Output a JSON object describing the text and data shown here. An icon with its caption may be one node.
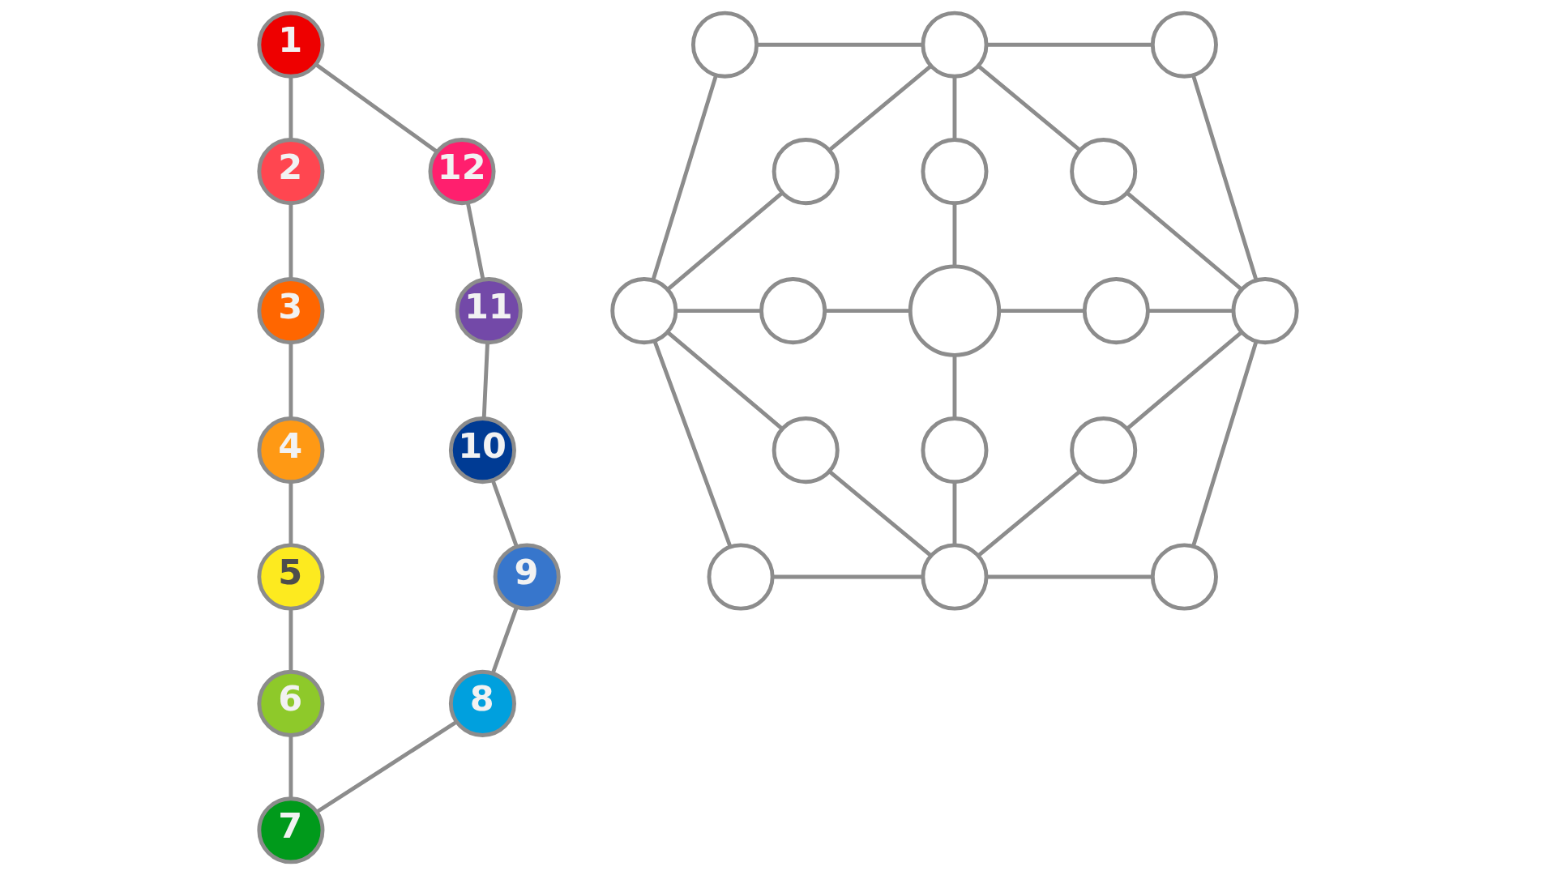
{
  "diagram": {
    "nodes": [
      {
        "text": [
          "1"
        ]
      },
      {
        "text": [
          "2"
        ]
      },
      {
        "text": [
          "3"
        ]
      },
      {
        "text": [
          "4"
        ]
      },
      {
        "text": [
          "5"
        ]
      },
      {
        "text": [
          "6"
        ]
      },
      {
        "text": [
          "7"
        ]
      },
      {
        "text": [
          "8"
        ]
      },
      {
        "text": [
          "9"
        ]
      },
      {
        "text": [
          "10"
        ]
      },
      {
        "text": [
          "11"
        ]
      },
      {
        "text": [
          "12"
        ]
      },
      {
        "text": [],
        "shape": "circle"
      },
      {
        "text": [],
        "shape": "circle"
      },
      {
        "text": [],
        "shape": "circle"
      },
      {
        "text": [],
        "shape": "circle"
      },
      {
        "text": [],
        "shape": "circle"
      },
      {
        "text": [],
        "shape": "circle"
      },
      {
        "text": [],
        "shape": "circle"
      },
      {
        "text": [],
        "shape": "circle"
      },
      {
        "text": [],
        "shape": "circle"
      },
      {
        "text": [],
        "shape": "circle"
      },
      {
        "text": [],
        "shape": "circle"
      },
      {
        "text": [],
        "shape": "circle"
      },
      {
        "text": [],
        "shape": "circle"
      },
      {
        "text": [],
        "shape": "circle"
      },
      {
        "text": [],
        "shape": "circle"
      },
      {
        "text": [],
        "shape": "circle"
      },
      {
        "text": [],
        "shape": "circle"
      }
    ],
    "edges": [
      {
        "from": 0,
        "to": 1,
        "arrow": "none"
      },
      {
        "from": 1,
        "to": 2,
        "arrow": "none"
      },
      {
        "from": 2,
        "to": 3,
        "arrow": "none"
      },
      {
        "from": 3,
        "to": 4,
        "arrow": "none"
      },
      {
        "from": 4,
        "to": 5,
        "arrow": "none"
      },
      {
        "from": 5,
        "to": 6,
        "arrow": "none"
      },
      {
        "from": 6,
        "to": 7,
        "arrow": "none"
      },
      {
        "from": 7,
        "to": 8,
        "arrow": "none"
      },
      {
        "from": 8,
        "to": 9,
        "arrow": "none"
      },
      {
        "from": 9,
        "to": 10,
        "arrow": "none"
      },
      {
        "from": 10,
        "to": 11,
        "arrow": "none"
      },
      {
        "from": 11,
        "to": 0,
        "arrow": "none"
      },
      {
        "from": 12,
        "to": 13,
        "arrow": "none"
      },
      {
        "from": 13,
        "to": 14,
        "arrow": "none"
      },
      {
        "from": 12,
        "to": 18,
        "arrow": "none"
      },
      {
        "from": 13,
        "to": 15,
        "arrow": "none"
      },
      {
        "from": 13,
        "to": 16,
        "arrow": "none"
      },
      {
        "from": 13,
        "to": 17,
        "arrow": "none"
      },
      {
        "from": 14,
        "to": 22,
        "arrow": "none"
      },
      {
        "from": 15,
        "to": 18,
        "arrow": "none"
      },
      {
        "from": 16,
        "to": 20,
        "arrow": "none"
      },
      {
        "from": 17,
        "to": 22,
        "arrow": "none"
      },
      {
        "from": 18,
        "to": 19,
        "arrow": "none"
      },
      {
        "from": 19,
        "to": 20,
        "arrow": "none"
      },
      {
        "from": 20,
        "to": 21,
        "arrow": "none"
      },
      {
        "from": 21,
        "to": 22,
        "arrow": "none"
      },
      {
        "from": 18,
        "to": 23,
        "arrow": "none"
      },
      {
        "from": 20,
        "to": 24,
        "arrow": "none"
      },
      {
        "from": 22,
        "to": 25,
        "arrow": "none"
      },
      {
        "from": 18,
        "to": 26,
        "arrow": "none"
      },
      {
        "from": 22,
        "to": 28,
        "arrow": "none"
      },
      {
        "from": 23,
        "to": 27,
        "arrow": "none"
      },
      {
        "from": 24,
        "to": 27,
        "arrow": "none"
      },
      {
        "from": 25,
        "to": 27,
        "arrow": "none"
      },
      {
        "from": 26,
        "to": 27,
        "arrow": "none"
      },
      {
        "from": 27,
        "to": 28,
        "arrow": "none"
      }
    ]
  }
}
